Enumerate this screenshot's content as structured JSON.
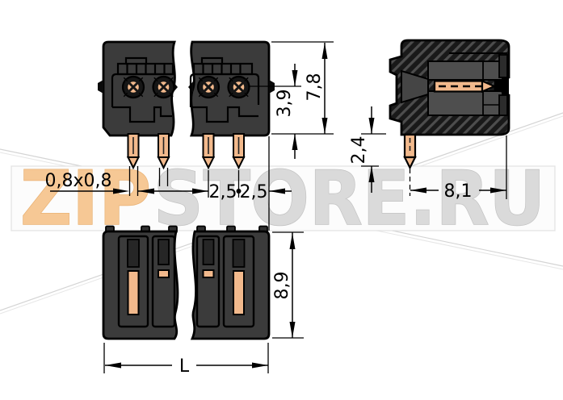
{
  "dimensions": {
    "pin_square": "0,8x0,8",
    "pitch_a": "2,5",
    "pitch_b": "2,5",
    "inner_height": "3,9",
    "total_height": "7,8",
    "pin_length": "2,4",
    "depth": "8,1",
    "body_height": "8,9",
    "length": "L"
  },
  "watermark": {
    "part1": "ZIP",
    "part2": "STORE.RU"
  },
  "colors": {
    "copper": "#f2b98c",
    "body_gray": "#3b3b3b",
    "hatch_dark": "#191919",
    "hatch_light": "#4d4d4d",
    "cavity_gray": "#4e4e4e",
    "watermark_orange": "#f6c690",
    "watermark_gray": "#d7d7d7",
    "dim_color": "#000000",
    "band_bg": "#fcfcfc"
  }
}
